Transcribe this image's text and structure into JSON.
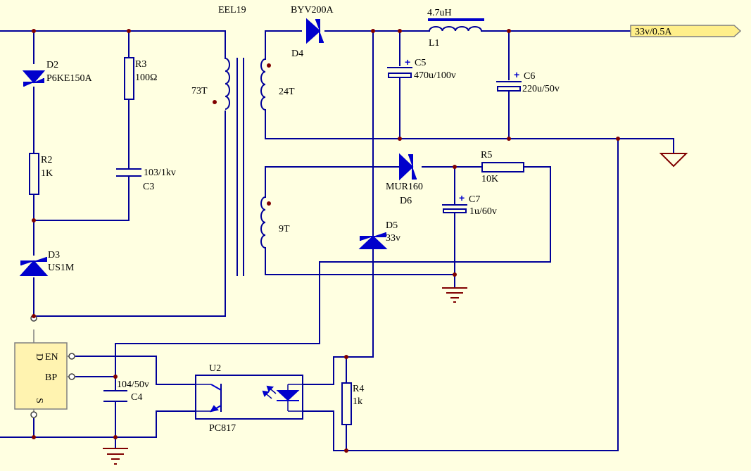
{
  "transformer": {
    "name": "EEL19",
    "primary_turns": "73T",
    "secondary_turns": "24T",
    "aux_turns": "9T"
  },
  "components": {
    "D2": {
      "ref": "D2",
      "value": "P6KE150A"
    },
    "R3": {
      "ref": "R3",
      "value": "100Ω"
    },
    "C3": {
      "ref": "C3",
      "value": "103/1kv"
    },
    "R2": {
      "ref": "R2",
      "value": "1K"
    },
    "D3": {
      "ref": "D3",
      "value": "US1M"
    },
    "D4": {
      "ref": "D4",
      "value": "BYV200A"
    },
    "L1": {
      "ref": "L1",
      "value": "4.7uH"
    },
    "C5": {
      "ref": "C5",
      "value": "470u/100v"
    },
    "C6": {
      "ref": "C6",
      "value": "220u/50v"
    },
    "D6": {
      "ref": "D6",
      "value": "MUR160"
    },
    "R5": {
      "ref": "R5",
      "value": "10K"
    },
    "C7": {
      "ref": "C7",
      "value": "1u/60v"
    },
    "D5": {
      "ref": "D5",
      "value": "33v"
    },
    "C4": {
      "ref": "C4",
      "value": "104/50v"
    },
    "R4": {
      "ref": "R4",
      "value": "1k"
    },
    "U2": {
      "ref": "U2",
      "value": "PC817"
    }
  },
  "ic": {
    "pin_en": "EN",
    "pin_bp": "BP",
    "pin_d": "D",
    "pin_s": "S"
  },
  "output_label": "33v/0.5A",
  "polarity_mark": "+",
  "colors": {
    "background": "#FFFFE1",
    "wire": "#000099",
    "component": "#0000CC",
    "junction": "#800000",
    "ic_fill": "#FFF3B0",
    "output_flag": "#FFEF8A"
  }
}
